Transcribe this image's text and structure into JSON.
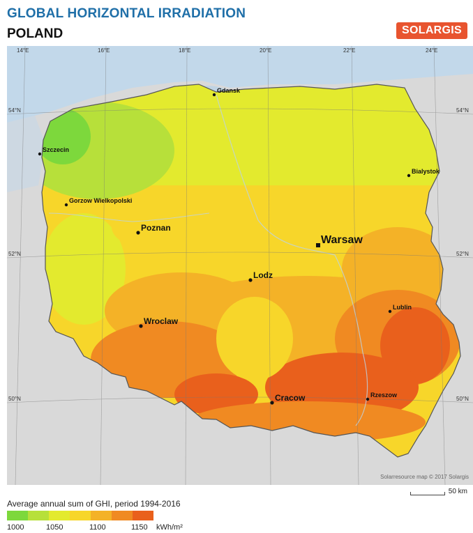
{
  "header": {
    "title": "GLOBAL HORIZONTAL IRRADIATION",
    "subtitle": "POLAND",
    "logo": "SOLARGIS"
  },
  "map": {
    "longitude_labels": [
      "14°E",
      "16°E",
      "18°E",
      "20°E",
      "22°E",
      "24°E"
    ],
    "latitude_labels": [
      "54°N",
      "52°N",
      "50°N"
    ],
    "cities": [
      {
        "name": "Gdansk",
        "size": "small"
      },
      {
        "name": "Szczecin",
        "size": "small"
      },
      {
        "name": "Bialystok",
        "size": "small"
      },
      {
        "name": "Gorzow Wielkopolski",
        "size": "small"
      },
      {
        "name": "Poznan",
        "size": "medium"
      },
      {
        "name": "Warsaw",
        "size": "large"
      },
      {
        "name": "Lodz",
        "size": "medium"
      },
      {
        "name": "Lublin",
        "size": "small"
      },
      {
        "name": "Wroclaw",
        "size": "medium"
      },
      {
        "name": "Cracow",
        "size": "medium"
      },
      {
        "name": "Rzeszow",
        "size": "small"
      }
    ],
    "credit": "Solarresource map © 2017 Solargis",
    "scale": "50 km"
  },
  "legend": {
    "title": "Average annual sum of GHI, period 1994-2016",
    "colors": [
      "#7dd83c",
      "#b7e03a",
      "#e3ea2e",
      "#f7d62a",
      "#f4b227",
      "#f08a22",
      "#e9601c"
    ],
    "tick_labels": [
      "1000",
      "1050",
      "1100",
      "1150",
      "kWh/m²"
    ],
    "colors_info": {
      "accent": "#1f6fa8",
      "brand": "#e8542f"
    }
  }
}
